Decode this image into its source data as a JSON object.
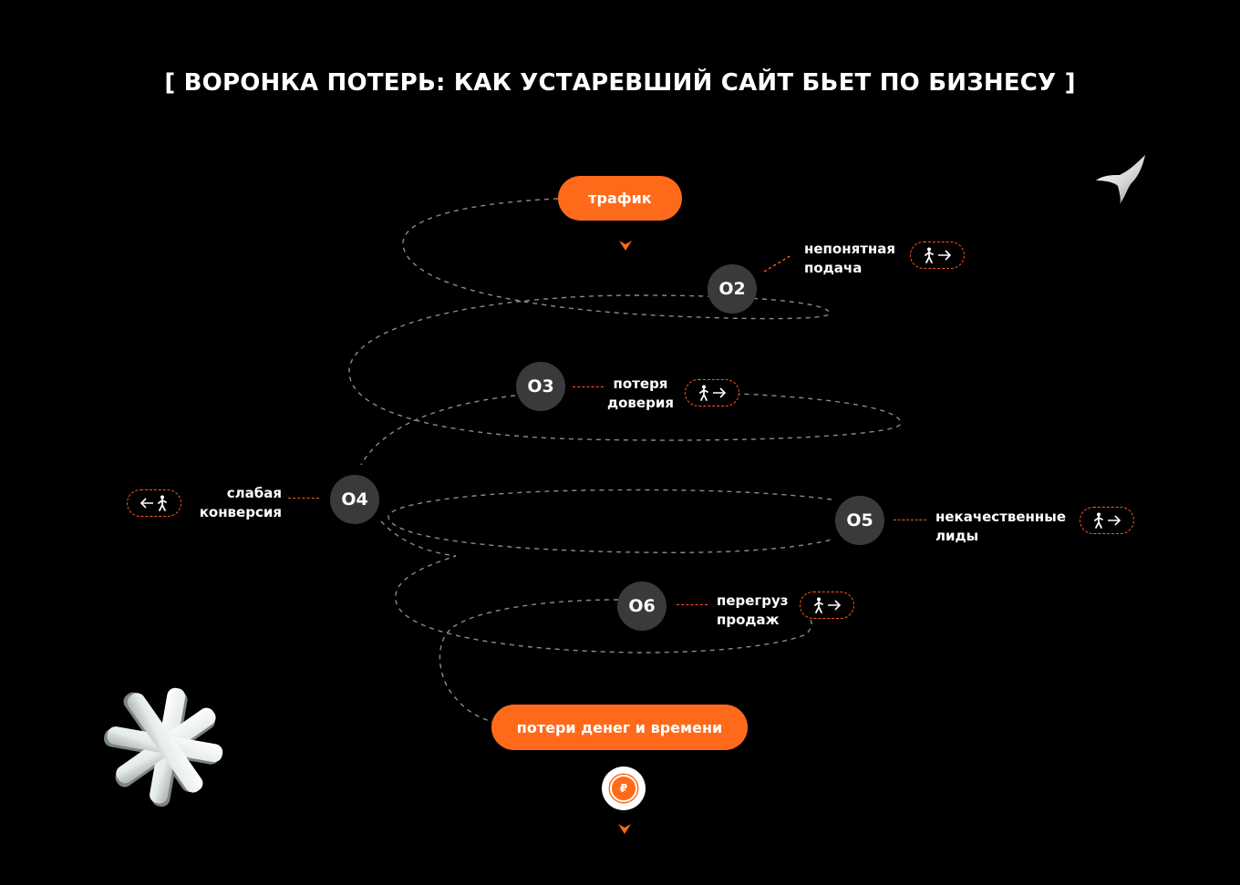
{
  "title": "[ ВОРОНКА ПОТЕРЬ: КАК УСТАРЕВШИЙ САЙТ БЬЕТ ПО БИЗНЕСУ ]",
  "start": {
    "label": "трафик"
  },
  "end": {
    "label": "потери денег и времени"
  },
  "stages": [
    {
      "num": "О2",
      "line1": "непонятная",
      "line2": "подача",
      "exit": "right"
    },
    {
      "num": "О3",
      "line1": "потеря",
      "line2": "доверия",
      "exit": "right"
    },
    {
      "num": "О4",
      "line1": "слабая",
      "line2": "конверсия",
      "exit": "left"
    },
    {
      "num": "О5",
      "line1": "некачественные",
      "line2": "лиды",
      "exit": "right"
    },
    {
      "num": "О6",
      "line1": "перегруз",
      "line2": "продаж",
      "exit": "right"
    }
  ],
  "icons": {
    "exit": "walking-person-arrow-icon",
    "coin": "ruble-coin-icon",
    "coin_glyph": "₽",
    "star": "four-point-star-icon",
    "asterisk": "asterisk-3d-icon",
    "down": "chevron-down-icon"
  },
  "colors": {
    "accent": "#ff6a1a",
    "node": "#3a3a3a",
    "background": "#000000",
    "path": "#8a8a8a"
  }
}
